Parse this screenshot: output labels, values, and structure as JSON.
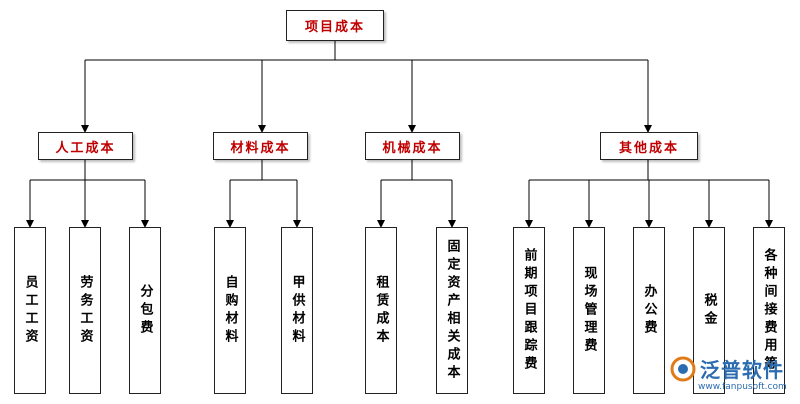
{
  "root": {
    "id": "root",
    "label": "项目成本"
  },
  "categories": [
    {
      "id": "labor",
      "label": "人工成本",
      "children": [
        {
          "id": "labor-1",
          "label": "员工工资"
        },
        {
          "id": "labor-2",
          "label": "劳务工资"
        },
        {
          "id": "labor-3",
          "label": "分包费"
        }
      ]
    },
    {
      "id": "material",
      "label": "材料成本",
      "children": [
        {
          "id": "material-1",
          "label": "自购材料"
        },
        {
          "id": "material-2",
          "label": "甲供材料"
        }
      ]
    },
    {
      "id": "machinery",
      "label": "机械成本",
      "children": [
        {
          "id": "machinery-1",
          "label": "租赁成本"
        },
        {
          "id": "machinery-2",
          "label": "固定资产相关成本"
        }
      ]
    },
    {
      "id": "other",
      "label": "其他成本",
      "children": [
        {
          "id": "other-1",
          "label": "前期项目跟踪费"
        },
        {
          "id": "other-2",
          "label": "现场管理费"
        },
        {
          "id": "other-3",
          "label": "办公费"
        },
        {
          "id": "other-4",
          "label": "税金"
        },
        {
          "id": "other-5",
          "label": "各种间接费用等"
        }
      ]
    }
  ],
  "watermark": {
    "name": "泛普软件",
    "url": "www.fanpusoft.com"
  },
  "colors": {
    "category_text": "#c00000",
    "line": "#000000",
    "watermark": "#2b6cb0"
  }
}
